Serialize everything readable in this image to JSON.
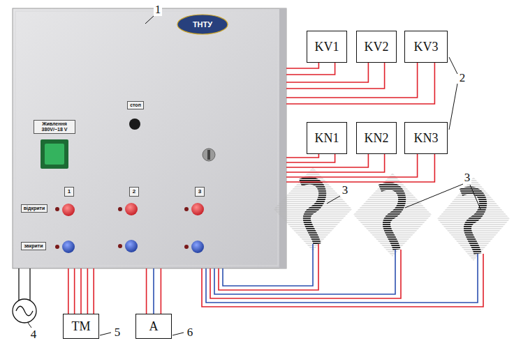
{
  "diagram": {
    "nodes": [
      {
        "text": [
          "ТНТУ",
          "Живлення 380V/~18 V",
          "стоп",
          "1",
          "2",
          "3",
          "відкрити",
          "закрити"
        ]
      },
      {
        "text": [
          "KV1"
        ]
      },
      {
        "text": [
          "KV2"
        ]
      },
      {
        "text": [
          "KV3"
        ]
      },
      {
        "text": [
          "KN1"
        ]
      },
      {
        "text": [
          "KN2"
        ]
      },
      {
        "text": [
          "KN3"
        ]
      },
      {
        "text": [
          "TM"
        ]
      },
      {
        "text": [
          "A"
        ]
      }
    ],
    "edges": [
      {
        "from": 0,
        "to": 1,
        "arrow": "none"
      },
      {
        "from": 0,
        "to": 2,
        "arrow": "none"
      },
      {
        "from": 0,
        "to": 3,
        "arrow": "none"
      },
      {
        "from": 0,
        "to": 4,
        "arrow": "none"
      },
      {
        "from": 0,
        "to": 5,
        "arrow": "none"
      },
      {
        "from": 0,
        "to": 6,
        "arrow": "none"
      },
      {
        "from": 0,
        "to": 7,
        "arrow": "none"
      },
      {
        "from": 0,
        "to": 8,
        "arrow": "none"
      }
    ],
    "labels": [
      "1",
      "2",
      "3",
      "3",
      "4",
      "5",
      "6"
    ]
  }
}
